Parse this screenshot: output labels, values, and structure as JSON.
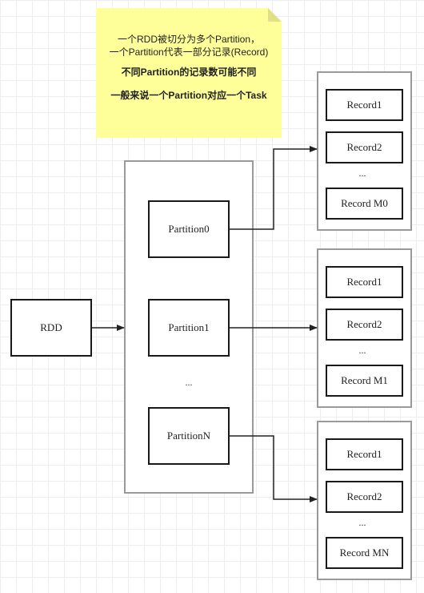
{
  "note": {
    "line1": "一个RDD被切分为多个Partition，",
    "line2": "一个Partition代表一部分记录(Record)",
    "line3": "不同Partition的记录数可能不同",
    "line4": "一般来说一个Partition对应一个Task"
  },
  "rdd": {
    "label": "RDD"
  },
  "partitions": {
    "p0": "Partition0",
    "p1": "Partition1",
    "ellipsis": "...",
    "pn": "PartitionN"
  },
  "groups": [
    {
      "r1": "Record1",
      "r2": "Record2",
      "ellipsis": "...",
      "last": "Record M0"
    },
    {
      "r1": "Record1",
      "r2": "Record2",
      "ellipsis": "...",
      "last": "Record M1"
    },
    {
      "r1": "Record1",
      "r2": "Record2",
      "ellipsis": "...",
      "last": "Record MN"
    }
  ]
}
